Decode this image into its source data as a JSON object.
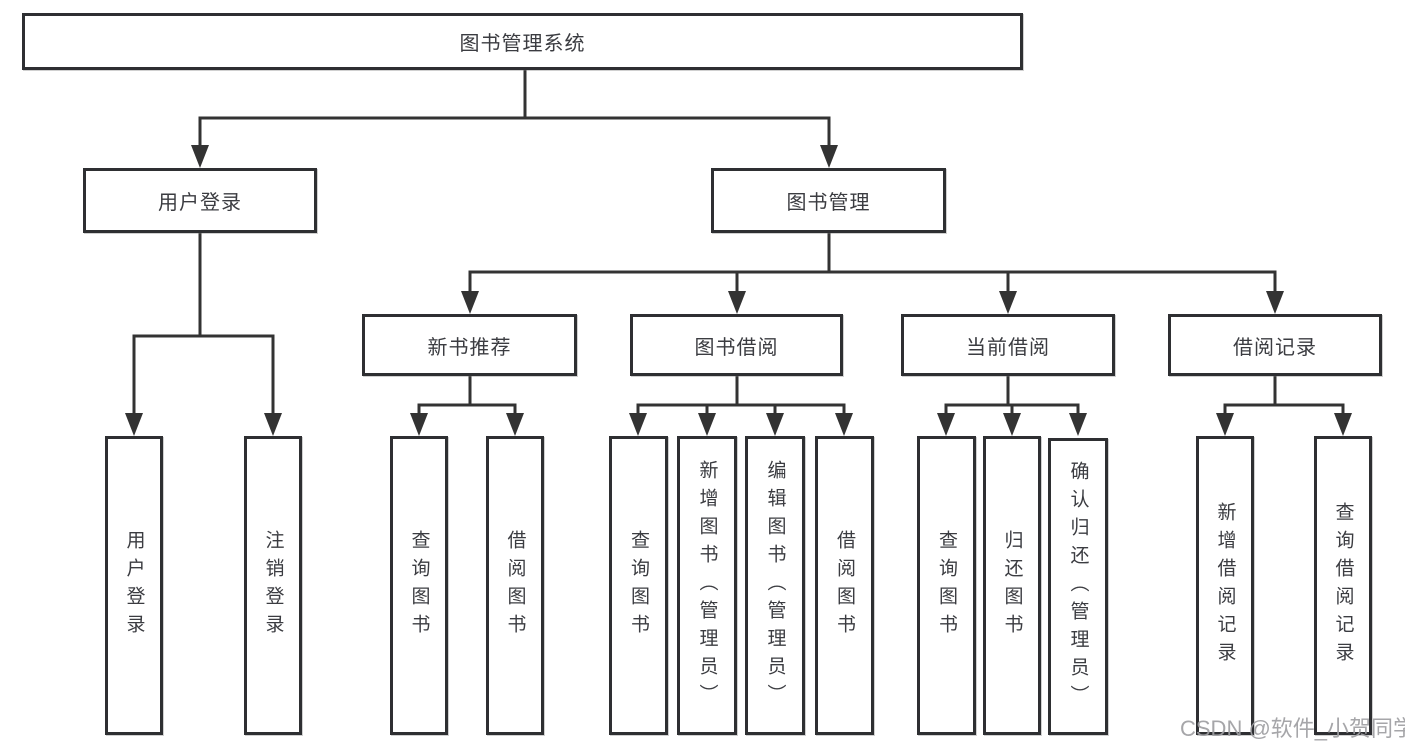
{
  "diagram_type": "hierarchy",
  "colors": {
    "line": "#333333",
    "box_border": "#2e2f32",
    "text": "#3b3c41",
    "background": "#ffffff",
    "watermark": "#9e9ea2"
  },
  "watermark": "CSDN @软件_小贺同学",
  "tree": {
    "label": "图书管理系统",
    "children": [
      {
        "label": "用户登录",
        "children": [
          {
            "label": "用户登录"
          },
          {
            "label": "注销登录"
          }
        ]
      },
      {
        "label": "图书管理",
        "children": [
          {
            "label": "新书推荐",
            "children": [
              {
                "label": "查询图书"
              },
              {
                "label": "借阅图书"
              }
            ]
          },
          {
            "label": "图书借阅",
            "children": [
              {
                "label": "查询图书"
              },
              {
                "label": "新增图书（管理员）"
              },
              {
                "label": "编辑图书（管理员）"
              },
              {
                "label": "借阅图书"
              }
            ]
          },
          {
            "label": "当前借阅",
            "children": [
              {
                "label": "查询图书"
              },
              {
                "label": "归还图书"
              },
              {
                "label": "确认归还（管理员）"
              }
            ]
          },
          {
            "label": "借阅记录",
            "children": [
              {
                "label": "新增借阅记录"
              },
              {
                "label": "查询借阅记录"
              }
            ]
          }
        ]
      }
    ]
  }
}
